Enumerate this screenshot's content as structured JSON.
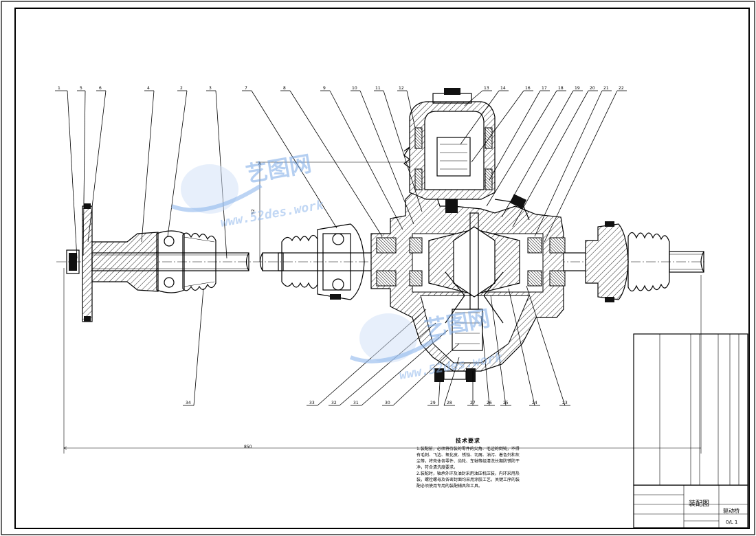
{
  "drawing": {
    "callouts_top": [
      "1",
      "5",
      "6",
      "4",
      "2",
      "3",
      "7",
      "8",
      "9",
      "10",
      "11",
      "12",
      "13",
      "14",
      "16",
      "17",
      "18",
      "19",
      "20",
      "21",
      "22"
    ],
    "callouts_bottom": [
      "34",
      "33",
      "32",
      "31",
      "30",
      "29",
      "28",
      "27",
      "26",
      "25",
      "24",
      "23"
    ],
    "dimension_overall": "850",
    "dimension_height": "52"
  },
  "watermark": {
    "brand": "艺图网",
    "url": "www.52des.work"
  },
  "tech_requirements": {
    "title": "技术要求",
    "item1": "1.装配前，必须将待装的零件的尖角、毛边的倒钝，不得有毛刺、飞边、氧化皮、锈蚀、切屑、油污、着色剂和灰尘等，将壳体各零件、齿轮、车轴等组清洗长期防锈防干净，符合清洗度要求。",
    "item2": "2.装配时，轴承外环及油封采用油压机压装，内环采用热装，螺栓螺母及各密封面均采用涂胶工艺，关键工序的装配必须使用专用的装配辅具和工具。"
  },
  "title_block": {
    "title": "装配图",
    "name": "驱动桥",
    "code": "0/L 1"
  }
}
